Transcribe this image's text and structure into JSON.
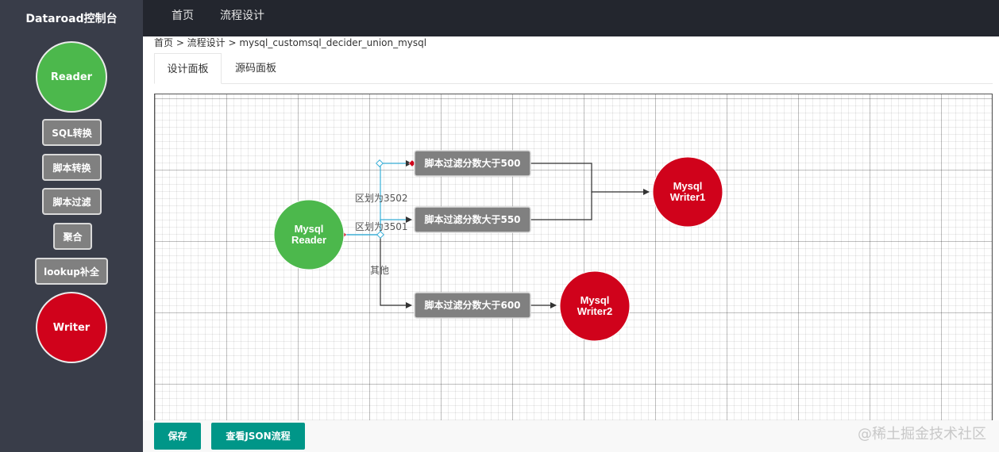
{
  "app": {
    "title": "Dataroad控制台"
  },
  "nav": {
    "items": [
      {
        "label": "首页"
      },
      {
        "label": "流程设计"
      }
    ]
  },
  "palette": {
    "reader": "Reader",
    "sql_transform": "SQL转换",
    "script_transform": "脚本转换",
    "script_filter": "脚本过滤",
    "aggregate": "聚合",
    "lookup": "lookup补全",
    "writer": "Writer"
  },
  "breadcrumb": "首页 > 流程设计 > mysql_customsql_decider_union_mysql",
  "tabs": [
    {
      "label": "设计面板",
      "active": true
    },
    {
      "label": "源码面板",
      "active": false
    }
  ],
  "flow": {
    "nodes": {
      "reader": {
        "line1": "Mysql",
        "line2": "Reader"
      },
      "filter500": "脚本过滤分数大于500",
      "filter550": "脚本过滤分数大于550",
      "filter600": "脚本过滤分数大于600",
      "writer1": {
        "line1": "Mysql",
        "line2": "Writer1"
      },
      "writer2": {
        "line1": "Mysql",
        "line2": "Writer2"
      }
    },
    "edge_labels": {
      "e1": "区划为3502",
      "e2": "区划为3501",
      "e3": "其他"
    }
  },
  "buttons": {
    "save": "保存",
    "view_json": "查看JSON流程"
  },
  "watermark": "@稀土掘金技术社区",
  "colors": {
    "topbar": "#23262e",
    "sidebar": "#393d49",
    "reader": "#4cb84c",
    "writer": "#d0021b",
    "filter": "#808080",
    "button": "#009688",
    "edge": "#333333",
    "selected_edge": "#3ab0d8"
  }
}
